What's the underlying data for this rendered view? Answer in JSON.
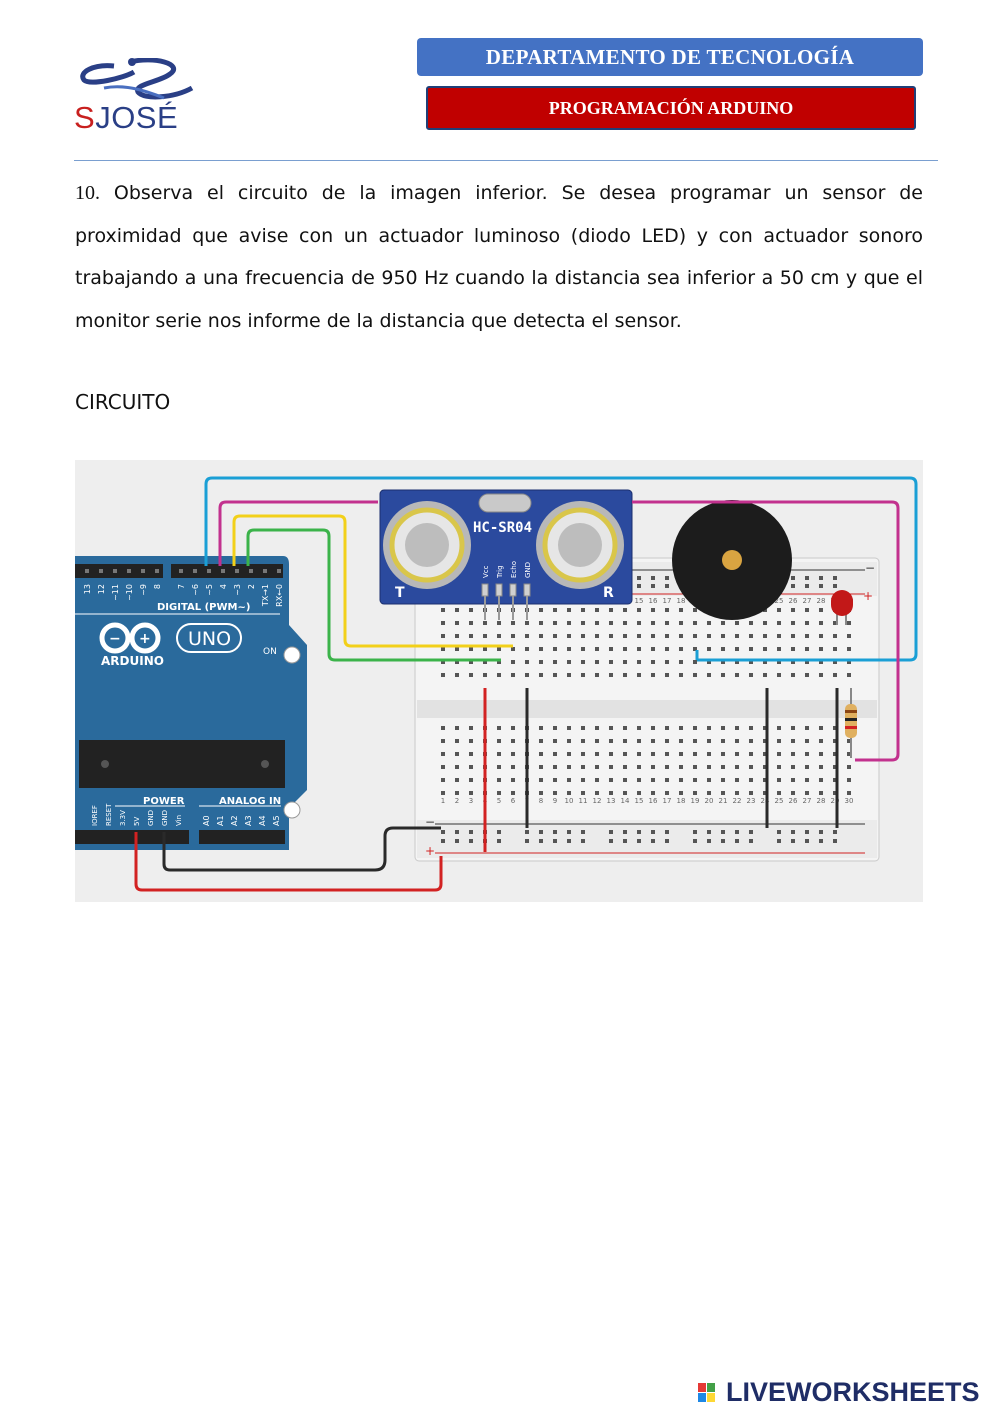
{
  "header": {
    "logo_text_s": "S",
    "logo_text_rest": "JOSÉ",
    "department": "DEPARTAMENTO DE TECNOLOGÍA",
    "subject": "PROGRAMACIÓN ARDUINO"
  },
  "question": {
    "number": "10.",
    "text": "Observa el circuito de la imagen inferior. Se desea programar un sensor de proximidad que avise con un actuador luminoso (diodo LED) y con actuador sonoro trabajando a una frecuencia de 950 Hz cuando la distancia sea inferior a  50 cm y que el monitor serie nos informe de la distancia que detecta el sensor."
  },
  "section_title": "CIRCUITO",
  "circuit": {
    "sensor_label": "HC-SR04",
    "sensor_pins": [
      "Vcc",
      "Trig",
      "Echo",
      "GND"
    ],
    "sensor_t": "T",
    "sensor_r": "R",
    "board_brand": "ARDUINO",
    "board_model": "UNO",
    "digital_label": "DIGITAL (PWM~)",
    "digital_pins": [
      "13",
      "12",
      "~11",
      "~10",
      "~9",
      "8",
      "7",
      "~6",
      "~5",
      "4",
      "~3",
      "2",
      "TX→1",
      "RX←0"
    ],
    "on_label": "ON",
    "power_label": "POWER",
    "analog_label": "ANALOG IN",
    "power_pins": [
      "IOREF",
      "RESET",
      "3.3V",
      "5V",
      "GND",
      "GND",
      "Vin"
    ],
    "analog_pins": [
      "A0",
      "A1",
      "A2",
      "A3",
      "A4",
      "A5"
    ],
    "breadboard_columns": [
      "1",
      "2",
      "3",
      "4",
      "5",
      "6",
      "7",
      "8",
      "9",
      "10",
      "11",
      "12",
      "13",
      "14",
      "15",
      "16",
      "17",
      "18",
      "19",
      "20",
      "21",
      "22",
      "23",
      "24",
      "25",
      "26",
      "27",
      "28",
      "29",
      "30"
    ],
    "rail_minus": "−",
    "rail_plus": "+",
    "colors": {
      "wire_blue": "#1a9fd5",
      "wire_magenta": "#c2318e",
      "wire_yellow": "#f2d019",
      "wire_green": "#3bb34a",
      "wire_red": "#d22222",
      "wire_black": "#2a2a2a",
      "board": "#2a6a9c",
      "sensor": "#2b4a9e"
    }
  },
  "footer": {
    "brand": "LIVEWORKSHEETS"
  }
}
